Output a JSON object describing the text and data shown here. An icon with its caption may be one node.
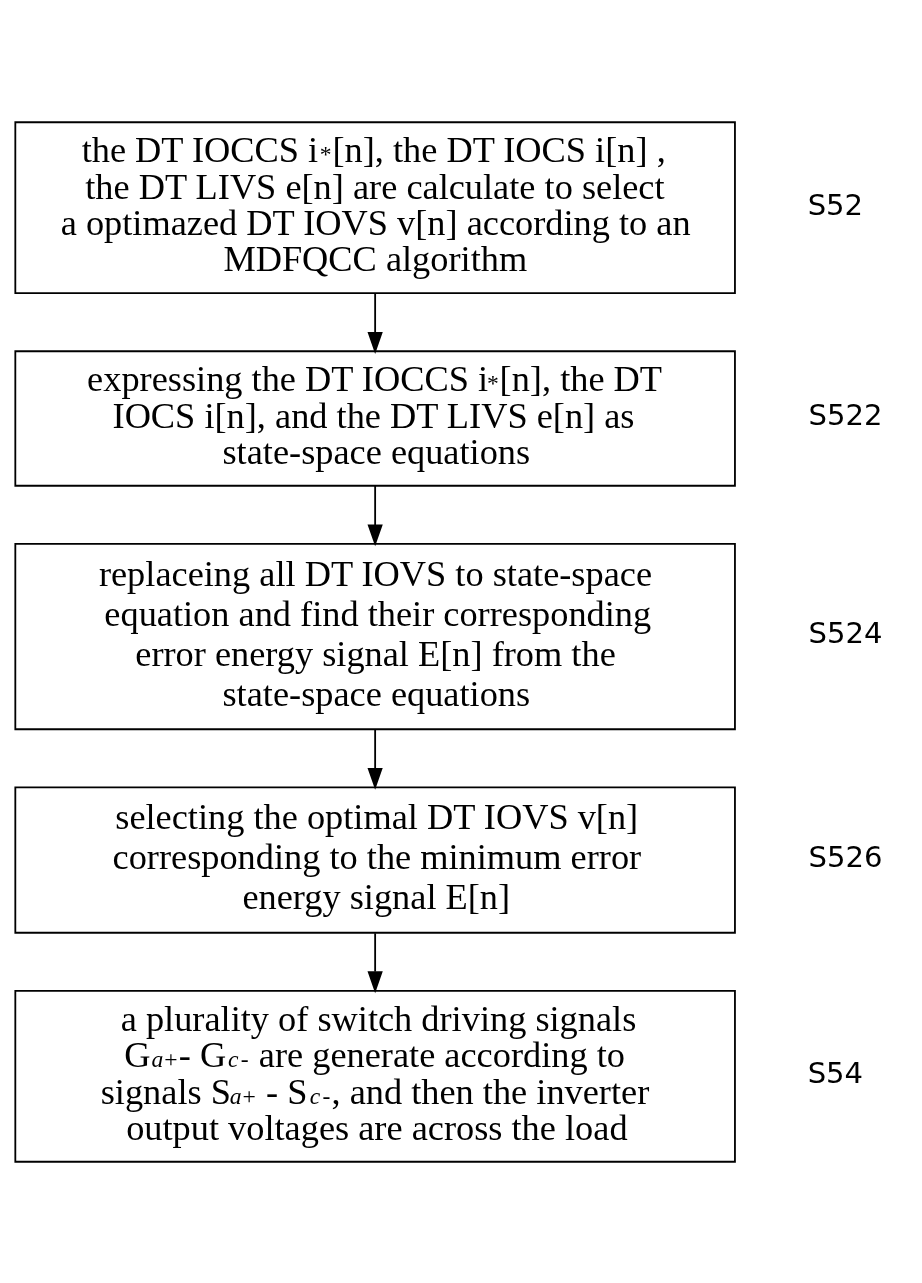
{
  "diagram": {
    "nodes": [
      {
        "text": [
          "the DT IOCCS i$^{*}$[n], the DT IOCS i[n] , the DT LIVS e[n] are calculate to select a optimazed DT IOVS v[n] according to an MDFQCC algorithm"
        ],
        "beside": [
          "S52"
        ]
      },
      {
        "text": [
          "expressing the DT IOCCS i$^{*}$[n], the DT IOCS i[n], and the DT LIVS e[n] as state-space equations"
        ],
        "beside": [
          "S522"
        ]
      },
      {
        "text": [
          "replaceing all DT IOVS to state-space equation and find their corresponding error energy signal E[n] from the state-space equations"
        ],
        "beside": [
          "S524"
        ]
      },
      {
        "text": [
          "selecting the optimal DT IOVS v[n] corresponding to the minimum error energy signal E[n]"
        ],
        "beside": [
          "S526"
        ]
      },
      {
        "text": [
          "a plurality of switch driving signals G$_{a}$$^{+}$- G$_{c}$$^{-}$ are generate according to signals S$_{a}$$^{+}$ - S$_{c}$$^{-}$, and then the inverter output voltages are across the load"
        ],
        "beside": [
          "S54"
        ]
      }
    ],
    "edges": [
      {
        "from": 0,
        "to": 1,
        "arrow": "to"
      },
      {
        "from": 1,
        "to": 2,
        "arrow": "to"
      },
      {
        "from": 2,
        "to": 3,
        "arrow": "to"
      },
      {
        "from": 3,
        "to": 4,
        "arrow": "to"
      }
    ]
  }
}
